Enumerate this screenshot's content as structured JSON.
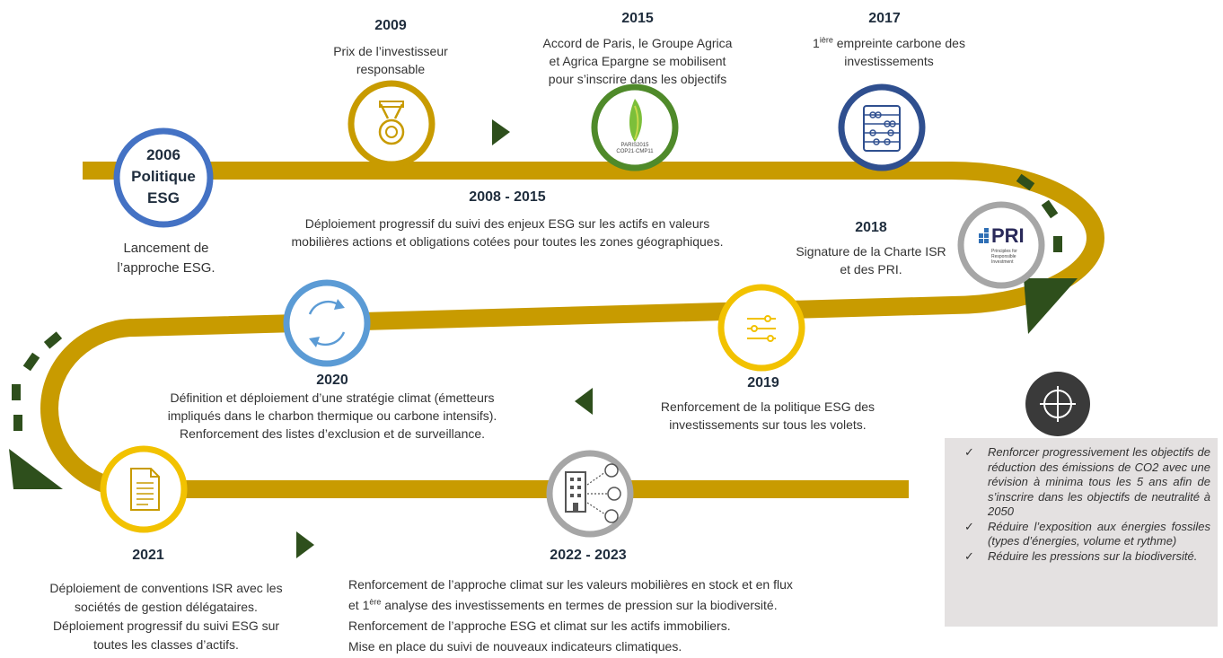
{
  "colors": {
    "road": "#c89b00",
    "arrow": "#2e4f1c",
    "blue": "#4472c4",
    "gold_ring": "#c89b00",
    "green_ring": "#4f8a2a",
    "navy_ring": "#2f4f8f",
    "grey_ring": "#a6a6a6",
    "lightblue_ring": "#5b9bd5",
    "yellow_ring": "#f2c200",
    "note_bg": "#e4e1e1",
    "dark_circle": "#3a3a3a"
  },
  "milestones": {
    "m2006": {
      "label_line1": "2006",
      "label_line2": "Politique",
      "label_line3": "ESG",
      "desc_line1": "Lancement de",
      "desc_line2": "l’approche ESG."
    },
    "m2009": {
      "year": "2009",
      "desc_line1": "Prix de l’investisseur",
      "desc_line2": "responsable",
      "icon": "medal-icon"
    },
    "m2015": {
      "year": "2015",
      "desc_line1": "Accord de Paris, le Groupe Agrica",
      "desc_line2": "et Agrica Epargne se mobilisent",
      "desc_line3": "pour s’inscrire dans les objectifs",
      "logo_line1": "PARIS2015",
      "logo_line2": "COP21·CMP11",
      "icon": "cop21-leaf-icon"
    },
    "m2017": {
      "year": "2017",
      "desc_pre": "1",
      "desc_sup": "ière",
      "desc_post": " empreinte carbone des",
      "desc_line2": "investissements",
      "icon": "abacus-icon"
    },
    "m2008": {
      "year": "2008 - 2015",
      "desc_line1": "Déploiement progressif du suivi des enjeux ESG sur les actifs en valeurs",
      "desc_line2": "mobilières actions et obligations cotées pour toutes les zones géographiques."
    },
    "m2018": {
      "year": "2018",
      "desc_line1": "Signature de la Charte ISR",
      "desc_line2": "et des PRI.",
      "logo_text": "PRI",
      "logo_sub1": "Principles for",
      "logo_sub2": "Responsible",
      "logo_sub3": "Investment"
    },
    "m2020": {
      "year": "2020",
      "desc_line1": "Définition et déploiement d’une stratégie climat (émetteurs",
      "desc_line2": "impliqués dans le charbon thermique ou carbone intensifs).",
      "desc_line3": "Renforcement des listes d’exclusion et de surveillance.",
      "icon": "refresh-cycle-icon"
    },
    "m2019": {
      "year": "2019",
      "desc_line1": "Renforcement de la politique ESG des",
      "desc_line2": "investissements sur tous les volets.",
      "icon": "sliders-icon"
    },
    "m2021": {
      "year": "2021",
      "desc_line1": "Déploiement de conventions ISR avec les",
      "desc_line2": "sociétés de gestion délégataires.",
      "desc_line3": "Déploiement progressif du suivi ESG sur",
      "desc_line4": "toutes les classes d’actifs.",
      "icon": "document-icon"
    },
    "m2022": {
      "year": "2022 - 2023",
      "desc_line1": "Renforcement de l’approche climat sur les valeurs mobilières en stock et en flux",
      "desc_line2_pre": "et 1",
      "desc_line2_sup": "ère",
      "desc_line2_post": " analyse des investissements en termes de pression sur la biodiversité.",
      "desc_line3": "Renforcement de l’approche ESG et climat sur les actifs immobiliers.",
      "desc_line4": "Mise en place du suivi de nouveaux indicateurs climatiques.",
      "icon": "building-network-icon"
    }
  },
  "objectives": {
    "icon": "target-crosshair-icon",
    "check": "✓",
    "items": [
      "Renforcer progressivement les objectifs de réduction des émissions de CO2 avec une révision à minima tous les 5 ans afin de s’inscrire dans les objectifs de neutralité à 2050",
      "Réduire l’exposition aux énergies fossiles (types d’énergies, volume et rythme)",
      "Réduire les pressions sur la biodiversité."
    ]
  }
}
